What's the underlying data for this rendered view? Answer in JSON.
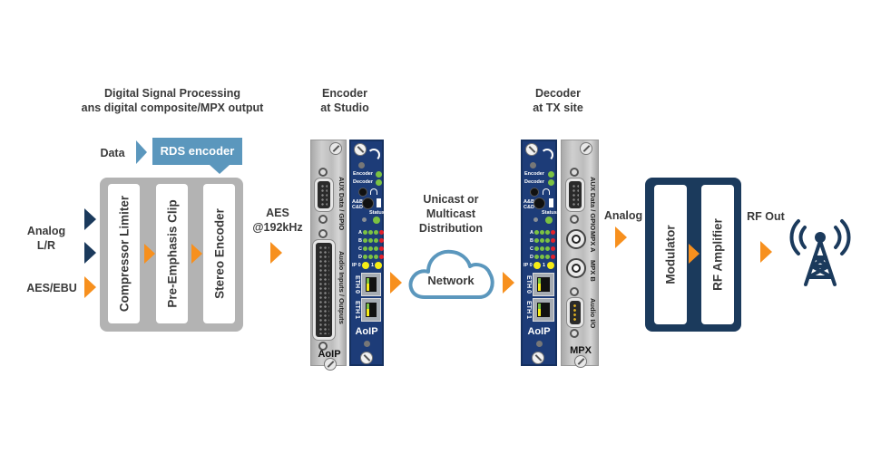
{
  "diagram": {
    "dsp_title": [
      "Digital Signal Processing",
      "ans digital composite/MPX output"
    ],
    "encoder_title": [
      "Encoder",
      "at Studio"
    ],
    "decoder_title": [
      "Decoder",
      "at TX site"
    ],
    "inputs": {
      "data_label": "Data",
      "rds_encoder": "RDS encoder",
      "analog_lr": [
        "Analog",
        "L/R"
      ],
      "aes_ebu": "AES/EBU"
    },
    "dsp_blocks": [
      "Compressor Limiter",
      "Pre-Emphasis Clip",
      "Stereo Encoder"
    ],
    "aes_label": [
      "AES",
      "@192kHz"
    ],
    "distribution_label": [
      "Unicast or",
      "Multicast",
      "Distribution"
    ],
    "network_label": "Network",
    "analog_label": "Analog",
    "transmitter_blocks": [
      "Modulator",
      "RF Amplifier"
    ],
    "rf_out_label": "RF Out",
    "colors": {
      "orange_arrow": "#f7901e",
      "navy": "#1b3a5c",
      "rds_blue": "#5b97bd",
      "dsp_gray": "#b3b3b3",
      "card_blue": "#1d3c78",
      "cloud_stroke": "#5b97bd"
    }
  },
  "encoder_unit": {
    "plate_labels": [
      "AUX Data / GPIO",
      "Audio Inputs / Outputs"
    ],
    "plate_name": "AoIP",
    "card_labels": [
      "Encoder",
      "Decoder",
      "A&B",
      "C&D",
      "Status"
    ],
    "channel_labels": [
      "A",
      "B",
      "C",
      "D"
    ],
    "ip_labels": [
      "IP 0",
      "1"
    ],
    "eth_labels": [
      "ETH 0",
      "ETH 1"
    ],
    "card_name": "AoIP"
  },
  "decoder_unit": {
    "card_labels": [
      "Encoder",
      "Decoder",
      "A&B",
      "C&D",
      "Status"
    ],
    "channel_labels": [
      "A",
      "B",
      "C",
      "D"
    ],
    "ip_labels": [
      "IP 0",
      "1"
    ],
    "eth_labels": [
      "ETH 0",
      "ETH 1"
    ],
    "card_name": "AoIP",
    "plate_labels": [
      "AUX Data / GPIO",
      "MPX A",
      "MPX B",
      "Audio I/O"
    ],
    "plate_name": "MPX"
  }
}
